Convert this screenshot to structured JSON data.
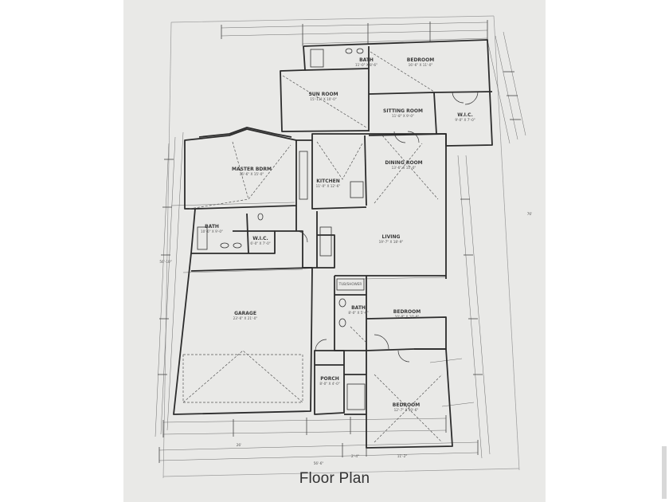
{
  "caption": "Floor Plan",
  "rooms": {
    "bath_top": {
      "name": "BATH",
      "dims": "11'-0\" X 8'-6\""
    },
    "bedroom_top": {
      "name": "BEDROOM",
      "dims": "16'-6\" X 11'-0\""
    },
    "sun_room": {
      "name": "SUN ROOM",
      "dims": "15'-11\" X 10'-0\""
    },
    "sitting_room": {
      "name": "SITTING ROOM",
      "dims": "11'-8\" X 9'-0\""
    },
    "wic_top": {
      "name": "W.I.C.",
      "dims": "9'-0\" X 7'-0\""
    },
    "master_bdrm": {
      "name": "MASTER BDRM",
      "dims": "15'-6\" X 15'-0\""
    },
    "kitchen": {
      "name": "KITCHEN",
      "dims": "11'-0\" X 12'-6\""
    },
    "dining_room": {
      "name": "DINING ROOM",
      "dims": "13'-6\" X 11'-0\""
    },
    "bath_master": {
      "name": "BATH",
      "dims": "10'-6\" X 9'-0\""
    },
    "wic_master": {
      "name": "W.I.C.",
      "dims": "6'-0\" X 7'-0\""
    },
    "living": {
      "name": "LIVING",
      "dims": "19'-7\" X 18'-9\""
    },
    "garage": {
      "name": "GARAGE",
      "dims": "23'-6\" X 21'-0\""
    },
    "bath_hall": {
      "name": "BATH",
      "dims": "8'-0\" X 5'-0\""
    },
    "bedroom_right": {
      "name": "BEDROOM",
      "dims": "10'-8\" X 10'-8\""
    },
    "porch": {
      "name": "PORCH",
      "dims": "8'-0\" X 4'-0\""
    },
    "bedroom_bottom": {
      "name": "BEDROOM",
      "dims": "12'-7\" X 10'-6\""
    }
  },
  "dims": {
    "overall_width": "56'-6\"",
    "garage_width": "26'",
    "right_width": "11'-2\"",
    "gap_width": "2'-4\"",
    "overall_depth": "76'",
    "left_depth": "56'-10\"",
    "tub_label": "TUB/SHOWER"
  },
  "colors": {
    "sheet": "#e9e9e7",
    "line": "#3a3a3a",
    "dash": "#555555"
  },
  "icons": {
    "watermark": "vertical-watermark-icon"
  }
}
